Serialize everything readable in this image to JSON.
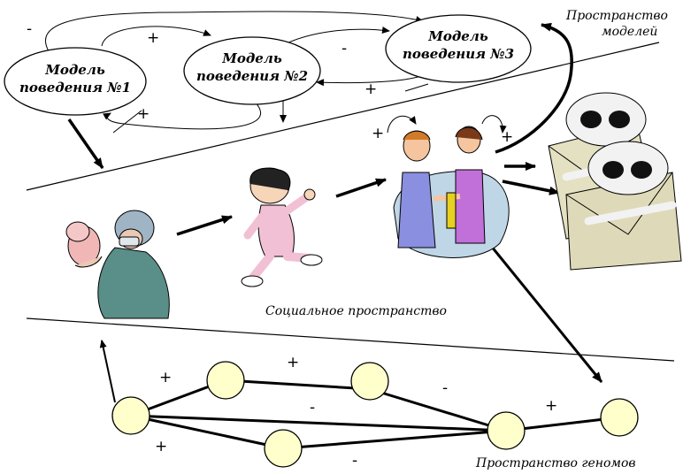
{
  "labels": {
    "model_space_line1": "Пространство",
    "model_space_line2": "моделей",
    "social_space": "Социальное пространство",
    "genome_space": "Пространство геномов"
  },
  "models": [
    {
      "line1": "Модель",
      "line2": "поведения №1"
    },
    {
      "line1": "Модель",
      "line2": "поведения №2"
    },
    {
      "line1": "Модель",
      "line2": "поведения №3"
    }
  ],
  "signs": {
    "top_left": "-",
    "m1_m2_arc": "+",
    "m2_m3_arc": "-",
    "m3_m2_arc": "+",
    "m2_m1_arc": "+",
    "couple_left": "+",
    "couple_right": "+",
    "genome_1": "+",
    "genome_2": "+",
    "genome_3": "-",
    "genome_4": "-",
    "genome_5": "+",
    "genome_6": "+",
    "genome_7": "-"
  },
  "icons": {
    "doctor": "doctor-holding-baby-icon",
    "child": "running-child-icon",
    "couple": "couple-holding-hands-icon",
    "skull": "skull-crossbones-envelope-icon"
  },
  "colors": {
    "node_fill": "#ffffcc",
    "line": "#000000"
  }
}
